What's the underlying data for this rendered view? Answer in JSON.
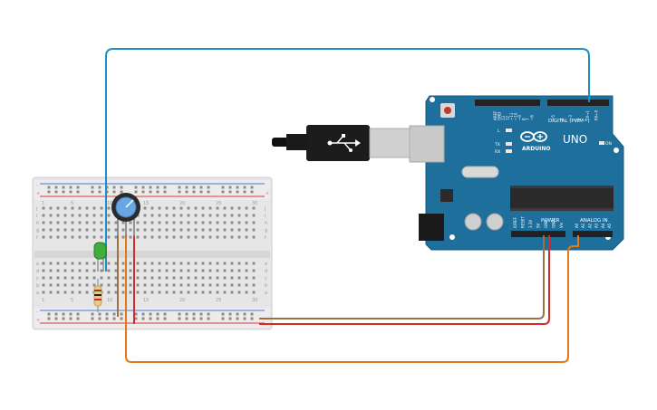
{
  "arduino": {
    "brand_text": "ARDUINO",
    "model_text": "UNO",
    "digital_label": "DIGITAL (PWM~)",
    "power_label": "POWER",
    "analog_label": "ANALOG IN",
    "on_label": "ON",
    "led_labels": [
      "L",
      "TX",
      "RX"
    ],
    "digital_pins": [
      "AREF",
      "GND",
      "13",
      "12",
      "~11",
      "~10",
      "~9",
      "8",
      "7",
      "~6",
      "~5",
      "4",
      "~3",
      "2",
      "TX→1",
      "RX←0"
    ],
    "power_pins": [
      "IOREF",
      "RESET",
      "3.3V",
      "5V",
      "GND",
      "GND",
      "Vin"
    ],
    "analog_pins": [
      "A0",
      "A1",
      "A2",
      "A3",
      "A4",
      "A5"
    ]
  },
  "breadboard": {
    "row_letters_top": [
      "j",
      "i",
      "h",
      "g",
      "f"
    ],
    "row_letters_bottom": [
      "e",
      "d",
      "c",
      "b",
      "a"
    ],
    "column_numbers": [
      "1",
      "5",
      "10",
      "15",
      "20",
      "25",
      "30"
    ],
    "rail_plus": "+",
    "rail_minus": "-"
  },
  "colors": {
    "arduino_blue": "#1f6f9c",
    "wire_blue": "#1d8fc4",
    "wire_red": "#d22a2a",
    "wire_brown": "#a0703f",
    "wire_orange": "#e07b18",
    "led_green": "#3fae3a",
    "pot_blue": "#6aa7e0"
  },
  "components": [
    "potentiometer",
    "green-led",
    "resistor",
    "usb-cable"
  ]
}
